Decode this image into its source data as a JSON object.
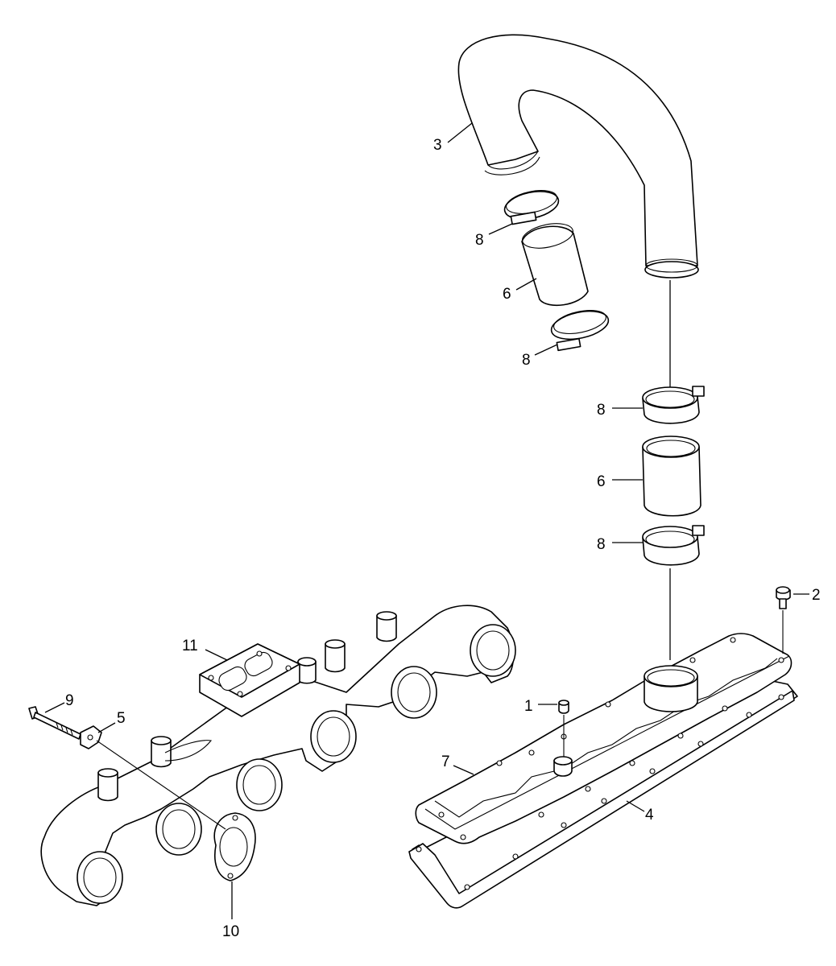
{
  "callouts": {
    "c1": "1",
    "c2": "2",
    "c3": "3",
    "c4": "4",
    "c5": "5",
    "c6a": "6",
    "c6b": "6",
    "c7": "7",
    "c8a": "8",
    "c8b": "8",
    "c8c": "8",
    "c8d": "8",
    "c9": "9",
    "c10": "10",
    "c11": "11"
  }
}
